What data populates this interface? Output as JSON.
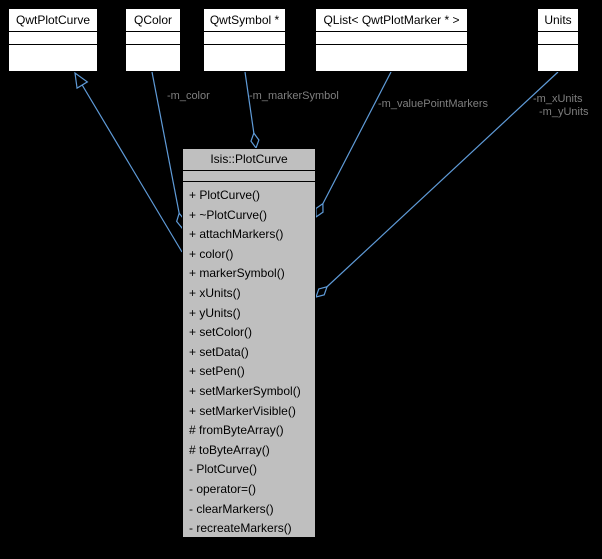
{
  "diagram": {
    "colors": {
      "background": "#000000",
      "edge": "#5f9bd8",
      "label": "#7f7f7f",
      "node_fill": "#ffffff",
      "main_node_fill": "#bfbfbf"
    },
    "main_class": {
      "title": "Isis::PlotCurve",
      "methods": [
        "+ PlotCurve()",
        "+ ~PlotCurve()",
        "+ attachMarkers()",
        "+ color()",
        "+ markerSymbol()",
        "+ xUnits()",
        "+ yUnits()",
        "+ setColor()",
        "+ setData()",
        "+ setPen()",
        "+ setMarkerSymbol()",
        "+ setMarkerVisible()",
        "# fromByteArray()",
        "# toByteArray()",
        "- PlotCurve()",
        "- operator=()",
        "- clearMarkers()",
        "- recreateMarkers()"
      ]
    },
    "related_classes": [
      {
        "title": "QwtPlotCurve"
      },
      {
        "title": "QColor"
      },
      {
        "title": "QwtSymbol *"
      },
      {
        "title": "QList< QwtPlotMarker * >"
      },
      {
        "title": "Units"
      }
    ],
    "edge_labels": {
      "m_color": "-m_color",
      "m_markerSymbol": "-m_markerSymbol",
      "m_valuePointMarkers": "-m_valuePointMarkers",
      "m_xUnits": "-m_xUnits",
      "m_yUnits": "-m_yUnits"
    }
  }
}
